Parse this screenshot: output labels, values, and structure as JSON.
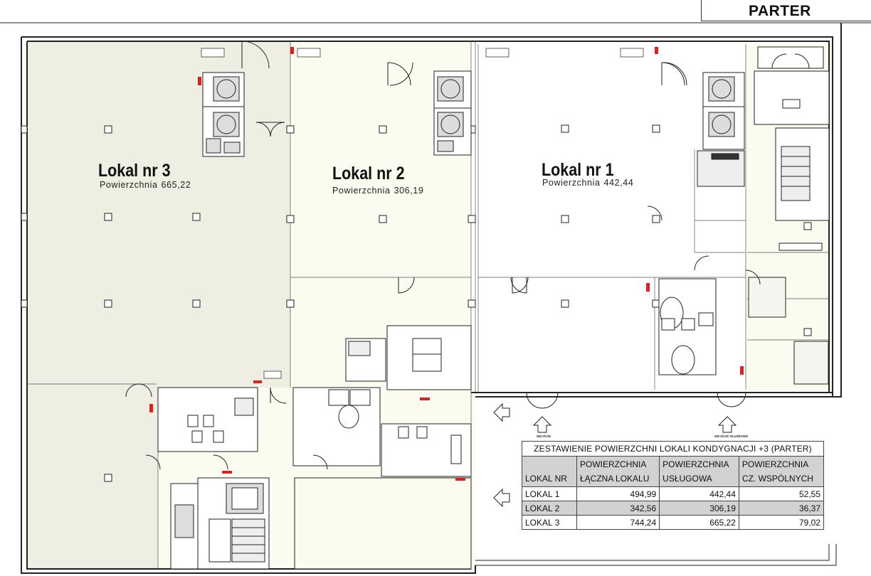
{
  "floor_label": "PARTER",
  "units": [
    {
      "name": "Lokal nr 3",
      "area_label": "Powierzchnia",
      "area": "665,22"
    },
    {
      "name": "Lokal nr 2",
      "area_label": "Powierzchnia",
      "area": "306,19"
    },
    {
      "name": "Lokal nr 1",
      "area_label": "Powierzchnia",
      "area": "442,44"
    }
  ],
  "entries": {
    "main": "WEJŚCIE",
    "service": "WEJŚCIE SŁUŻBOWE"
  },
  "summary_table": {
    "caption": "ZESTAWIENIE POWIERZCHNI LOKALI KONDYGNACJI +3 (PARTER)",
    "headers": {
      "unit": "LOKAL NR",
      "total": [
        "POWIERZCHNIA",
        "ŁĄCZNA LOKALU"
      ],
      "usable": [
        "POWIERZCHNIA",
        "USŁUGOWA"
      ],
      "common": [
        "POWIERZCHNIA",
        "CZ. WSPÓLNYCH"
      ]
    },
    "rows": [
      {
        "unit": "LOKAL 1",
        "total": "494,99",
        "usable": "442,44",
        "common": "52,55"
      },
      {
        "unit": "LOKAL 2",
        "total": "342,56",
        "usable": "306,19",
        "common": "36,37"
      },
      {
        "unit": "LOKAL 3",
        "total": "744,24",
        "usable": "665,22",
        "common": "79,02"
      }
    ]
  },
  "colors": {
    "unit3_fill": "#eeeee3",
    "unit2_fill": "#fbfbef",
    "unit1_fill": "#ffffff",
    "wall": "#222222",
    "table_header_fill": "#d2d2d2",
    "marker_red": "#e02020"
  }
}
